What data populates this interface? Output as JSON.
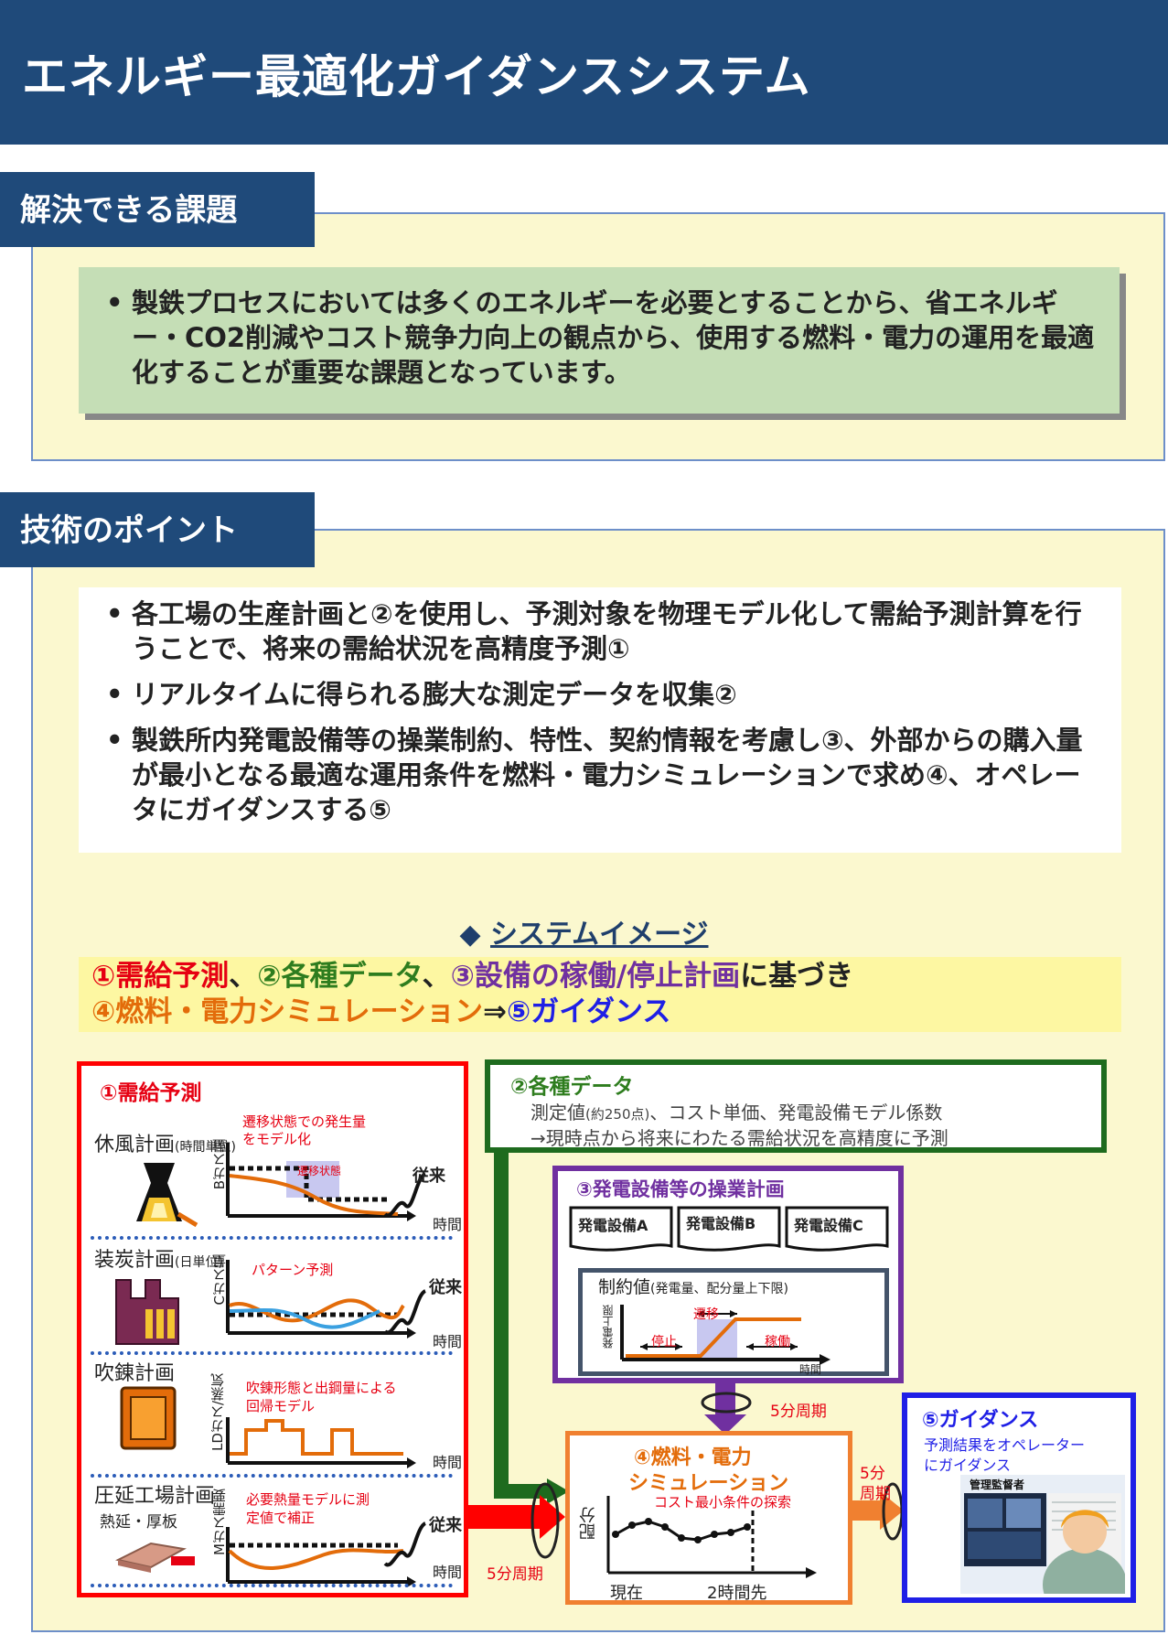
{
  "header": {
    "title": "エネルギー最適化ガイダンスシステム"
  },
  "issue": {
    "heading": "解決できる課題",
    "bullets": [
      "製鉄プロセスにおいては多くのエネルギーを必要とすることから、省エネルギー・CO2削減やコスト競争力向上の観点から、使用する燃料・電力の運用を最適化することが重要な課題となっています。"
    ]
  },
  "tech": {
    "heading": "技術のポイント",
    "bullets": [
      "各工場の生産計画と②を使用し、予測対象を物理モデル化して需給予測計算を行うことで、将来の需給状況を高精度予測①",
      "リアルタイムに得られる膨大な測定データを収集②",
      "製鉄所内発電設備等の操業制約、特性、契約情報を考慮し③、外部からの購入量が最小となる最適な運用条件を燃料・電力シミュレーションで求め④、オペレータにガイダンスする⑤"
    ]
  },
  "system_image": {
    "title_mark": "◆",
    "title": "システムイメージ",
    "summary": {
      "line1": {
        "p1": "①需給予測",
        "s1": "、",
        "p2": "②各種データ",
        "s2": "、",
        "p3": "③設備の稼働/停止計画",
        "s3": "に基づき"
      },
      "line2": {
        "p1": "④燃料・電力シミュレーション",
        "s1": "⇒",
        "p2": "⑤ガイダンス"
      }
    }
  },
  "panel1": {
    "title": "①需給予測",
    "rows": [
      {
        "plan": "休風計画",
        "unit": "(時間単位)",
        "axis": "Bガス量",
        "note": "遷移状態での発生量\nをモデル化",
        "sub": "遷移状態",
        "legend": "従来",
        "time": "時間"
      },
      {
        "plan": "装炭計画",
        "unit": "(日単位)",
        "axis": "Cガス量",
        "note": "パターン予測",
        "legend": "従来",
        "time": "時間"
      },
      {
        "plan": "吹錬計画",
        "axis": "LDガス/蒸気",
        "note": "吹錬形態と出鋼量による\n回帰モデル",
        "time": "時間"
      },
      {
        "plan": "圧延工場計画",
        "sub": "熱延・厚板",
        "axis": "Mガス需要",
        "note": "必要熱量モデルに測\n定値で補正",
        "legend": "従来",
        "time": "時間"
      }
    ]
  },
  "panel2": {
    "title": "②各種データ",
    "line1": "測定値",
    "line1_small": "(約250点)",
    "line1_rest": "、コスト単価、発電設備モデル係数",
    "line2": "→現時点から将来にわたる需給状況を高精度に予測"
  },
  "panel3": {
    "title": "③発電設備等の操業計画",
    "equipment": [
      "発電設備A",
      "発電設備B",
      "発電設備C"
    ],
    "constraint_title": "制約値",
    "constraint_small": "(発電量、配分量上下限)",
    "axis": "発電上限",
    "stop": "停止",
    "transition": "遷移",
    "run": "稼働",
    "time": "時間"
  },
  "panel4": {
    "title1": "④燃料・電力",
    "title2": "シミュレーション",
    "note": "コスト最小条件の探索",
    "axis": "配分",
    "now": "現在",
    "later": "2時間先"
  },
  "panel5": {
    "title": "⑤ガイダンス",
    "line1": "予測結果をオペレーター",
    "line2": "にガイダンス",
    "screen_label": "管理監督者"
  },
  "cycles": {
    "c1": "5分周期",
    "c2": "5分周期",
    "c3a": "5分",
    "c3b": "周期"
  },
  "colors": {
    "navy": "#1f4a7a",
    "panel_red": "#ff0000",
    "panel_green": "#1e6b1e",
    "panel_purple": "#7030a0",
    "panel_orange": "#f08030",
    "panel_blue": "#1f1fe6"
  }
}
